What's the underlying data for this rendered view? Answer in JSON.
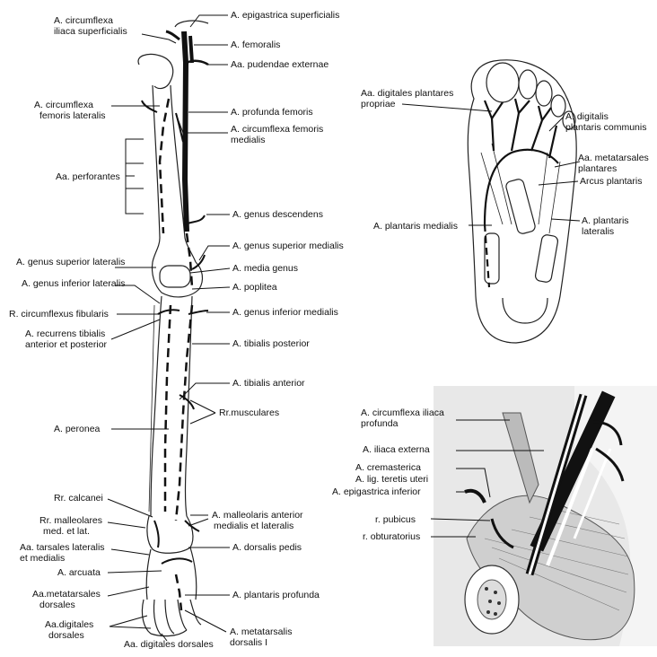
{
  "labels": {
    "circumflexa_iliaca_superficialis": [
      "A. circumflexa",
      "iliaca superficialis"
    ],
    "epigastrica_superficialis": "A. epigastrica superficialis",
    "femoralis": "A. femoralis",
    "pudendae_externae": "Aa. pudendae externae",
    "circumflexa_femoris_lateralis": [
      "A. circumflexa",
      "femoris lateralis"
    ],
    "profunda_femoris": "A. profunda femoris",
    "circumflexa_femoris_medialis": [
      "A. circumflexa femoris",
      "medialis"
    ],
    "perforantes": "Aa. perforantes",
    "genus_descendens": "A. genus descendens",
    "genus_superior_medialis": "A. genus superior medialis",
    "genus_superior_lateralis": "A. genus superior lateralis",
    "media_genus": "A. media genus",
    "genus_inferior_lateralis": "A. genus inferior lateralis",
    "poplitea": "A. poplitea",
    "circumflexus_fibularis": "R. circumflexus fibularis",
    "genus_inferior_medialis": "A. genus inferior medialis",
    "recurrens_tibialis": [
      "A. recurrens tibialis",
      "anterior et posterior"
    ],
    "tibialis_posterior": "A. tibialis posterior",
    "tibialis_anterior": "A. tibialis anterior",
    "musculares": "Rr.musculares",
    "peronea": "A. peronea",
    "calcanei": "Rr. calcanei",
    "malleolares": [
      "Rr. malleolares",
      "med. et lat."
    ],
    "malleolaris_anterior": [
      "A. malleolaris anterior",
      "medialis et lateralis"
    ],
    "tarsales": [
      "Aa. tarsales lateralis",
      "et medialis"
    ],
    "dorsalis_pedis": "A. dorsalis pedis",
    "arcuata": "A. arcuata",
    "metatarsales_dorsales": [
      "Aa.metatarsales",
      "dorsales"
    ],
    "plantaris_profunda": "A. plantaris profunda",
    "digitales_dorsales_left": [
      "Aa.digitales",
      "dorsales"
    ],
    "metatarsalis_dorsalis": [
      "A. metatarsalis",
      "dorsalis I"
    ],
    "digitales_dorsales_bottom": "Aa. digitales dorsales",
    "digitales_plantares_propriae": [
      "Aa. digitales plantares",
      "propriae"
    ],
    "digitalis_plantaris_communis": [
      "A. digitalis",
      "plantaris communis"
    ],
    "metatarsales_plantares": [
      "Aa. metatarsales",
      "plantares"
    ],
    "arcus_plantaris": "Arcus plantaris",
    "plantaris_medialis": "A. plantaris medialis",
    "plantaris_lateralis": [
      "A. plantaris",
      "lateralis"
    ],
    "circumflexa_iliaca_profunda": [
      "A. circumflexa iliaca",
      "profunda"
    ],
    "iliaca_externa": "A. iliaca externa",
    "cremasterica": "A. cremasterica",
    "lig_teretis_uteri": "A. lig. teretis uteri",
    "epigastrica_inferior": "A. epigastrica inferior",
    "pubicus": "r. pubicus",
    "obturatorius": "r. obturatorius"
  }
}
